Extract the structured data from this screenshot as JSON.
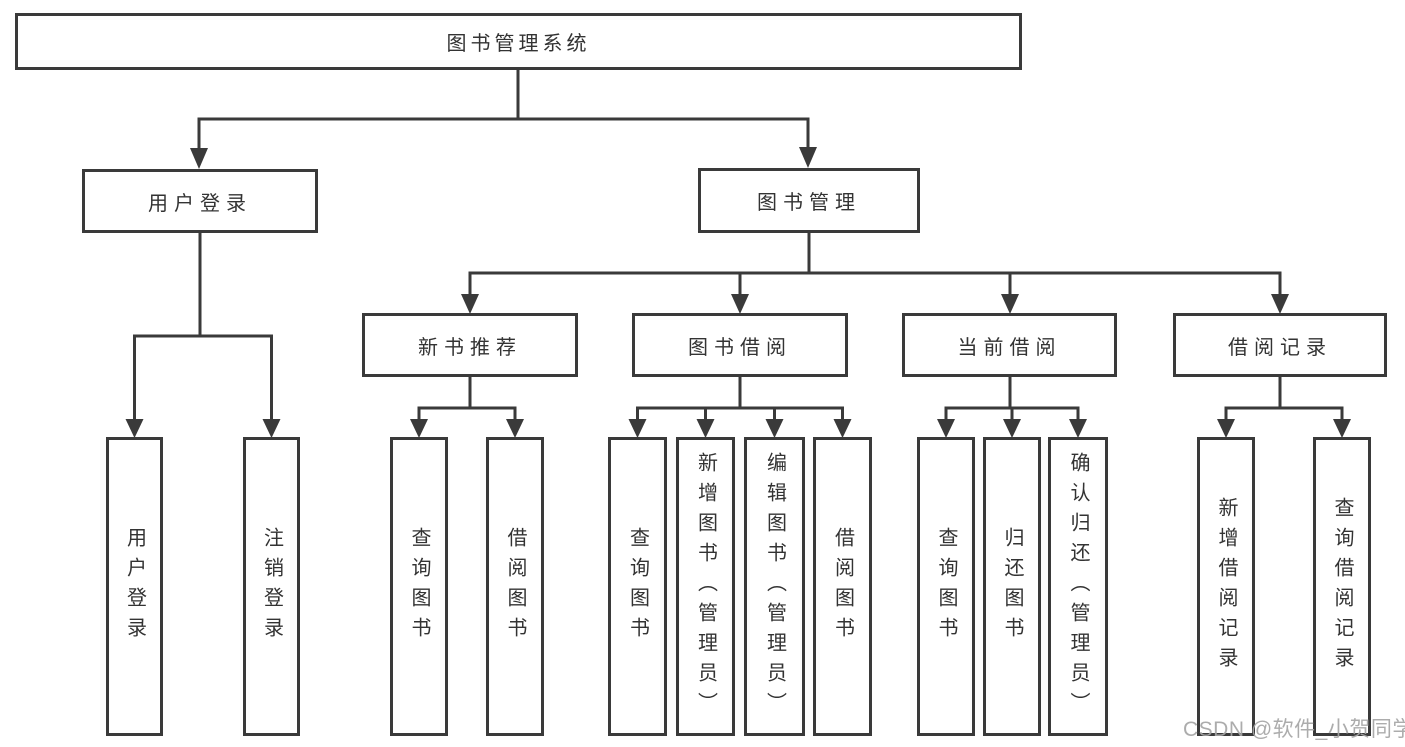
{
  "tree": {
    "root": {
      "label": "图书管理系统"
    },
    "level1": [
      {
        "label": "用户登录",
        "children": [
          {
            "label": "用户登录"
          },
          {
            "label": "注销登录"
          }
        ]
      },
      {
        "label": "图书管理",
        "groups": [
          {
            "label": "新书推荐",
            "children": [
              {
                "label": "查询图书"
              },
              {
                "label": "借阅图书"
              }
            ]
          },
          {
            "label": "图书借阅",
            "children": [
              {
                "label": "查询图书"
              },
              {
                "label": "新增图书（管理员）"
              },
              {
                "label": "编辑图书（管理员）"
              },
              {
                "label": "借阅图书"
              }
            ]
          },
          {
            "label": "当前借阅",
            "children": [
              {
                "label": "查询图书"
              },
              {
                "label": "归还图书"
              },
              {
                "label": "确认归还（管理员）"
              }
            ]
          },
          {
            "label": "借阅记录",
            "children": [
              {
                "label": "新增借阅记录"
              },
              {
                "label": "查询借阅记录"
              }
            ]
          }
        ]
      }
    ]
  },
  "watermark": "CSDN @软件_小贺同学",
  "colors": {
    "line": "#3a3a3a",
    "text": "#333333",
    "background": "#ffffff",
    "watermark": "#a6a6a6"
  }
}
